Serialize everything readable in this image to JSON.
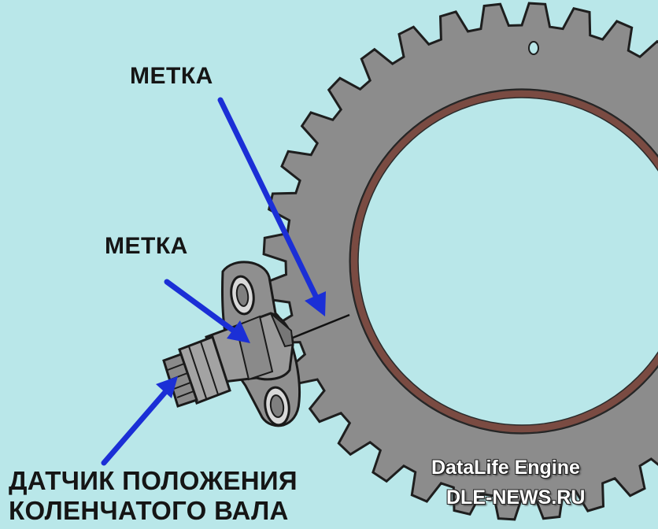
{
  "labels": {
    "mark_top": "МЕТКА",
    "mark_middle": "МЕТКА",
    "sensor_line1": "ДАТЧИК ПОЛОЖЕНИЯ",
    "sensor_line2": "КОЛЕНЧАТОГО ВАЛА"
  },
  "watermark": {
    "line1": "DataLife Engine",
    "line2": "DLE-NEWS.RU"
  },
  "colors": {
    "background": "#b9e7e9",
    "wheel": "#8c8c8c",
    "wheel_outline": "#1e1e1e",
    "ring": "#7a4b42",
    "arrow": "#1b2fd6",
    "sensor": "#8a8a8a",
    "label_text": "#151515"
  }
}
